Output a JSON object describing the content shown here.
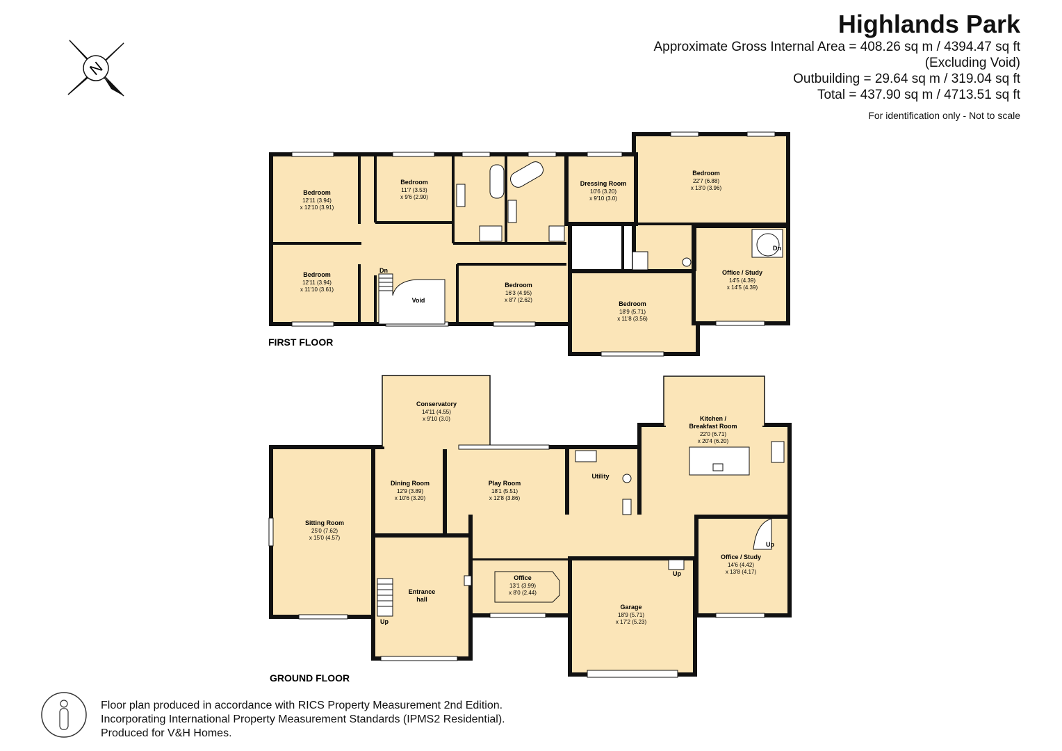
{
  "header": {
    "title": "Highlands Park",
    "lines": [
      "Approximate Gross Internal Area = 408.26 sq m / 4394.47 sq ft",
      "(Excluding Void)",
      "Outbuilding = 29.64 sq m / 319.04 sq ft",
      "Total = 437.90 sq m / 4713.51 sq ft"
    ],
    "note": "For identification only - Not to scale"
  },
  "compass": {
    "letter": "N"
  },
  "colors": {
    "room_fill": "#FBE5B8",
    "wall": "#111111"
  },
  "floors": {
    "first": {
      "label": "FIRST FLOOR",
      "rooms": [
        {
          "name": "Bedroom",
          "dim1": "12'11 (3.94)",
          "dim2": "x 12'10 (3.91)"
        },
        {
          "name": "Bedroom",
          "dim1": "11'7 (3.53)",
          "dim2": "x 9'6 (2.90)"
        },
        {
          "name": "Dressing Room",
          "dim1": "10'6 (3.20)",
          "dim2": "x 9'10 (3.0)"
        },
        {
          "name": "Bedroom",
          "dim1": "22'7 (6.88)",
          "dim2": "x 13'0 (3.96)"
        },
        {
          "name": "Bedroom",
          "dim1": "12'11 (3.94)",
          "dim2": "x 11'10 (3.61)"
        },
        {
          "name": "Void",
          "dim1": "",
          "dim2": ""
        },
        {
          "name": "Bedroom",
          "dim1": "16'3 (4.95)",
          "dim2": "x 8'7 (2.62)"
        },
        {
          "name": "Bedroom",
          "dim1": "18'9 (5.71)",
          "dim2": "x 11'8 (3.56)"
        },
        {
          "name": "Office / Study",
          "dim1": "14'5 (4.39)",
          "dim2": "x 14'5 (4.39)"
        }
      ],
      "stairs": [
        "Dn",
        "Dn"
      ]
    },
    "ground": {
      "label": "GROUND FLOOR",
      "rooms": [
        {
          "name": "Conservatory",
          "dim1": "14'11 (4.55)",
          "dim2": "x 9'10 (3.0)"
        },
        {
          "name": "Kitchen /",
          "name2": "Breakfast Room",
          "dim1": "22'0 (6.71)",
          "dim2": "x 20'4 (6.20)"
        },
        {
          "name": "Dining Room",
          "dim1": "12'9 (3.89)",
          "dim2": "x 10'6 (3.20)"
        },
        {
          "name": "Play Room",
          "dim1": "18'1 (5.51)",
          "dim2": "x 12'8 (3.86)"
        },
        {
          "name": "Utility",
          "dim1": "",
          "dim2": ""
        },
        {
          "name": "Sitting Room",
          "dim1": "25'0 (7.62)",
          "dim2": "x 15'0 (4.57)"
        },
        {
          "name": "Entrance",
          "name2": "hall",
          "dim1": "",
          "dim2": ""
        },
        {
          "name": "Office",
          "dim1": "13'1 (3.99)",
          "dim2": "x 8'0 (2.44)"
        },
        {
          "name": "Garage",
          "dim1": "18'9 (5.71)",
          "dim2": "x 17'2 (5.23)"
        },
        {
          "name": "Office / Study",
          "dim1": "14'6 (4.42)",
          "dim2": "x 13'8 (4.17)"
        }
      ],
      "stairs": [
        "Up",
        "Up",
        "Up"
      ]
    }
  },
  "footer": {
    "lines": [
      "Floor plan produced in accordance with RICS Property Measurement 2nd Edition.",
      "Incorporating International Property Measurement Standards (IPMS2 Residential).",
      "Produced for V&H Homes."
    ]
  }
}
